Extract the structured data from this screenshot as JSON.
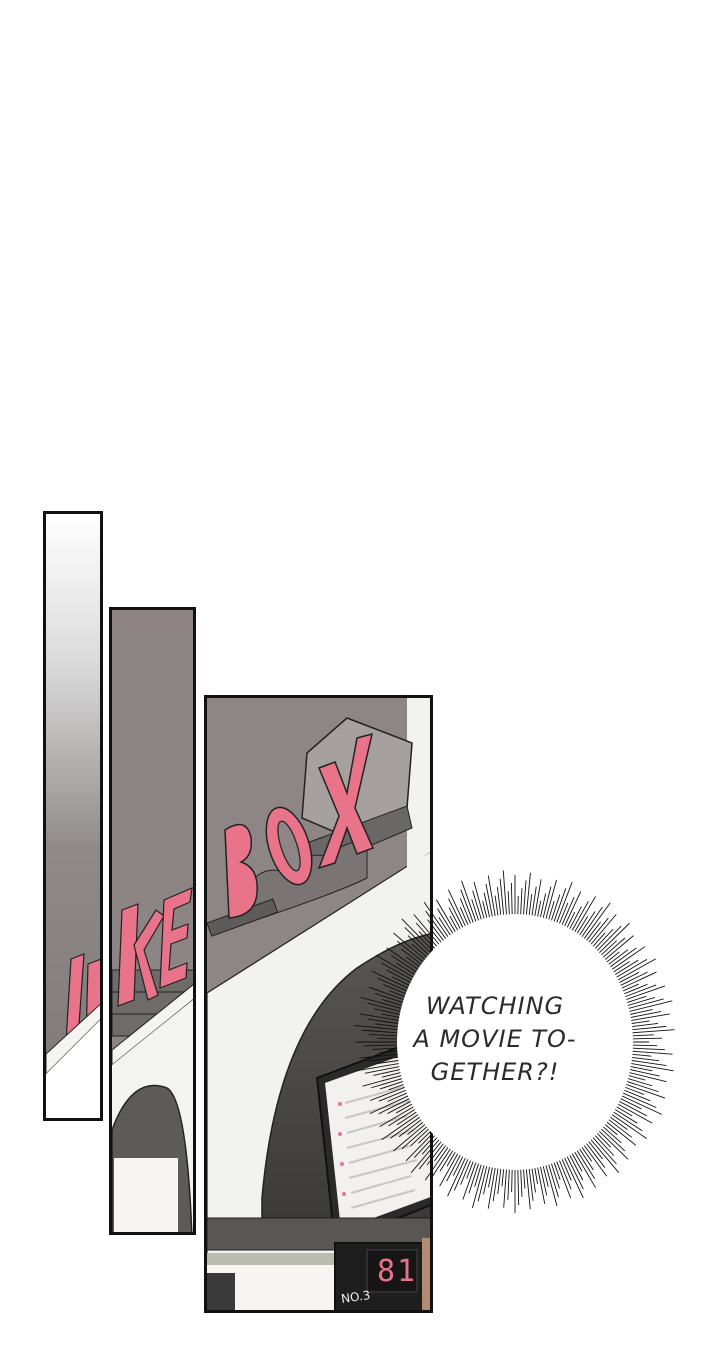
{
  "sign": {
    "word1": "TICKET",
    "word2": "BOX"
  },
  "board": {
    "number_label": "NO.3",
    "number_value": "81"
  },
  "speech": {
    "lines": [
      "WATCHING",
      "A MOVIE TO-",
      "GETHER?!"
    ]
  },
  "colors": {
    "sign_pink": "#e9748a",
    "ceiling": "#8c8583",
    "wall": "#f2f2ef",
    "ink": "#111111"
  }
}
